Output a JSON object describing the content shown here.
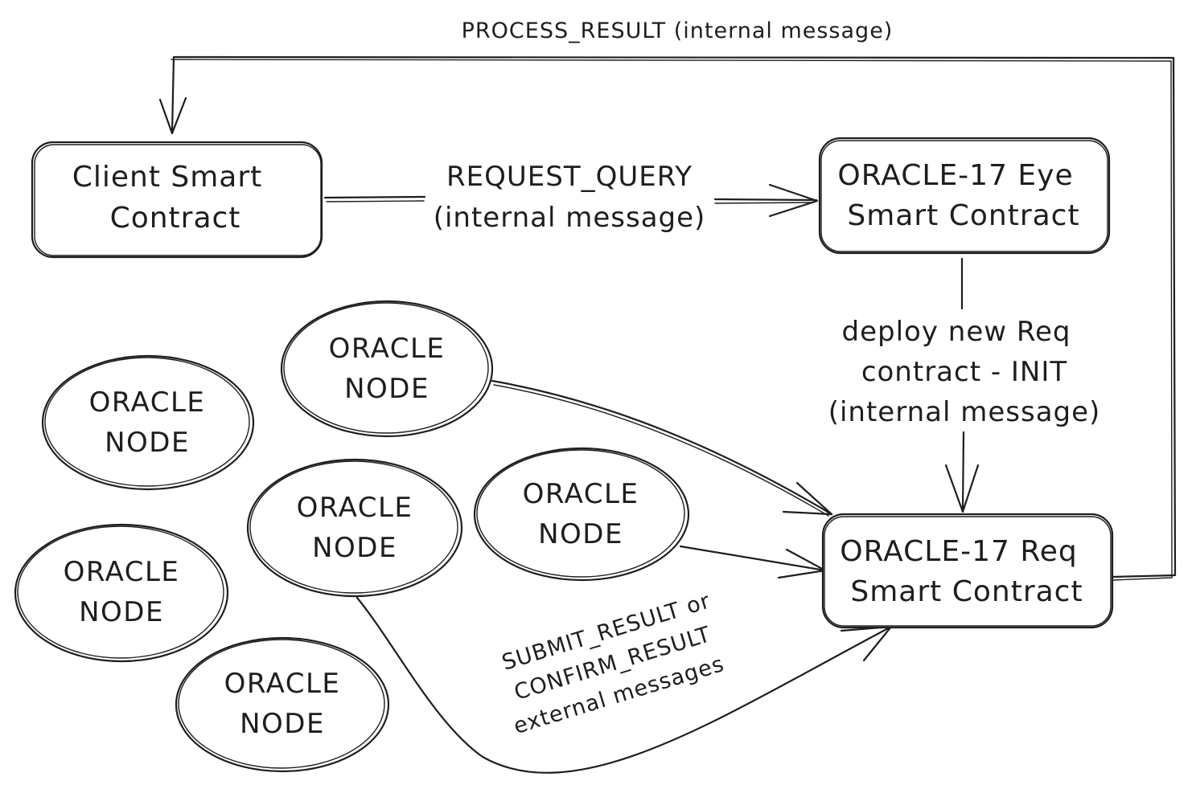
{
  "diagram": {
    "nodes": {
      "client": {
        "line1": "Client Smart",
        "line2": "Contract"
      },
      "eye": {
        "line1": "ORACLE-17 Eye",
        "line2": "Smart Contract"
      },
      "req": {
        "line1": "ORACLE-17 Req",
        "line2": "Smart Contract"
      },
      "oracle_nodes": [
        {
          "line1": "ORACLE",
          "line2": "NODE"
        },
        {
          "line1": "ORACLE",
          "line2": "NODE"
        },
        {
          "line1": "ORACLE",
          "line2": "NODE"
        },
        {
          "line1": "ORACLE",
          "line2": "NODE"
        },
        {
          "line1": "ORACLE",
          "line2": "NODE"
        },
        {
          "line1": "ORACLE",
          "line2": "NODE"
        }
      ]
    },
    "edges": {
      "process_result": {
        "label": "PROCESS_RESULT (internal message)"
      },
      "request_query": {
        "line1": "REQUEST_QUERY",
        "line2": "(internal message)"
      },
      "deploy": {
        "line1": "deploy new Req",
        "line2": "contract - INIT",
        "line3": "(internal message)"
      },
      "submit": {
        "line1": "SUBMIT_RESULT or",
        "line2": "CONFIRM_RESULT",
        "line3": "external messages"
      }
    }
  }
}
